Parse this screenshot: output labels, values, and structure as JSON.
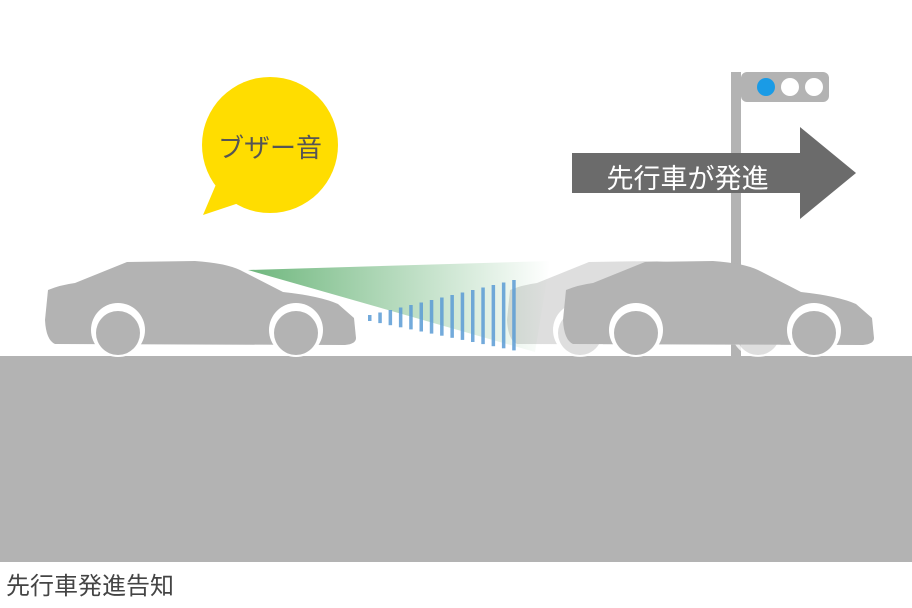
{
  "bubble": {
    "label": "ブザー音",
    "color": "#ffdd00"
  },
  "arrow": {
    "label": "先行車が発進",
    "color": "#6b6b6b"
  },
  "traffic_light": {
    "active_color": "#1a9be6",
    "lights": [
      "blue",
      "off",
      "off"
    ]
  },
  "caption": "先行車発進告知",
  "colors": {
    "car": "#b3b3b3",
    "ground": "#b3b3b3",
    "beam": "#5faf6f",
    "sensor": "#5b9bd5"
  }
}
